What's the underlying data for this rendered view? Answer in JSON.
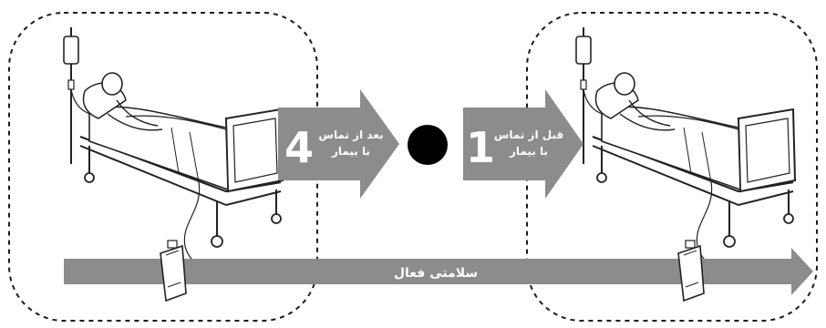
{
  "colors": {
    "arrow_fill": "#8c8c8c",
    "dashed_border": "#1a1a1a",
    "dot": "#000000",
    "text_on_arrow": "#ffffff"
  },
  "arrows": {
    "after_contact": {
      "number": "4",
      "line1": "بعد از تماس",
      "line2": "با بیمار"
    },
    "before_contact": {
      "number": "1",
      "line1": "قبل از تماس",
      "line2": "با بیمار"
    }
  },
  "timeline": {
    "label": "سلامتی فعال"
  },
  "icons": {
    "patient_bed": "patient-in-hospital-bed-icon",
    "iv_bag": "iv-drip-bag-icon",
    "urine_bag": "urine-drainage-bag-icon",
    "dot": "black-dot-icon"
  }
}
